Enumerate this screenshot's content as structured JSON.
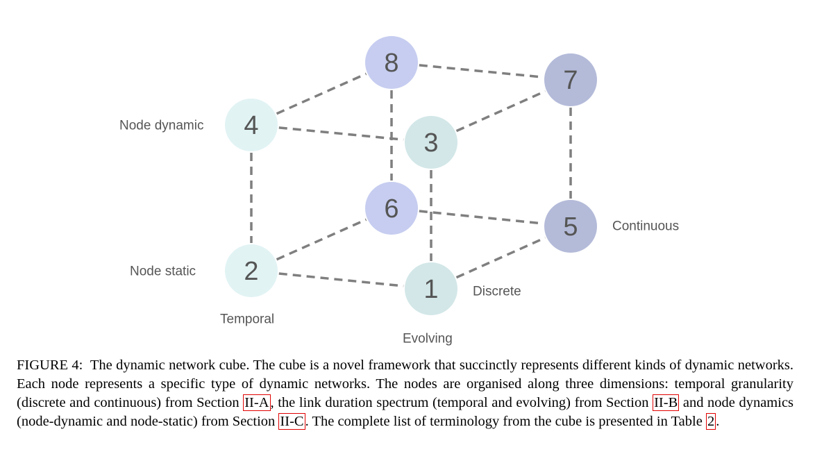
{
  "figure": {
    "colors": {
      "light_cyan": "#e2f3f4",
      "light_teal": "#d3e7e8",
      "light_periwinkle": "#c6cdf0",
      "slate_periwinkle": "#b4bbd9",
      "edge": "#7f7f7f",
      "text": "#555555"
    },
    "nodes": [
      {
        "id": "1",
        "label": "1",
        "color": "#d3e7e8"
      },
      {
        "id": "2",
        "label": "2",
        "color": "#e2f3f4"
      },
      {
        "id": "3",
        "label": "3",
        "color": "#d3e7e8"
      },
      {
        "id": "4",
        "label": "4",
        "color": "#e2f3f4"
      },
      {
        "id": "5",
        "label": "5",
        "color": "#b4bbd9"
      },
      {
        "id": "6",
        "label": "6",
        "color": "#c6cdf0"
      },
      {
        "id": "7",
        "label": "7",
        "color": "#b4bbd9"
      },
      {
        "id": "8",
        "label": "8",
        "color": "#c6cdf0"
      }
    ],
    "edges": [
      [
        "4",
        "8"
      ],
      [
        "8",
        "7"
      ],
      [
        "4",
        "3"
      ],
      [
        "3",
        "7"
      ],
      [
        "4",
        "2"
      ],
      [
        "8",
        "6"
      ],
      [
        "3",
        "1"
      ],
      [
        "7",
        "5"
      ],
      [
        "2",
        "6"
      ],
      [
        "6",
        "5"
      ],
      [
        "2",
        "1"
      ],
      [
        "1",
        "5"
      ]
    ],
    "labels": {
      "node_dynamic": "Node dynamic",
      "node_static": "Node static",
      "temporal": "Temporal",
      "evolving": "Evolving",
      "discrete": "Discrete",
      "continuous": "Continuous"
    }
  },
  "caption": {
    "label": "FIGURE 4:",
    "text_1": "The dynamic network cube. The cube is a novel framework that succinctly represents different kinds of dynamic networks. Each node represents a specific type of dynamic networks. The nodes are organised along three dimensions: temporal granularity (discrete and continuous) from Section",
    "ref_1": "II-A",
    "text_2": ", the link duration spectrum (temporal and evolving) from Section",
    "ref_2": "II-B",
    "text_3": "and node dynamics (node-dynamic and node-static) from Section",
    "ref_3": "II-C",
    "text_4": ". The complete list of terminology from the cube is presented in Table",
    "ref_4": "2",
    "text_5": "."
  }
}
